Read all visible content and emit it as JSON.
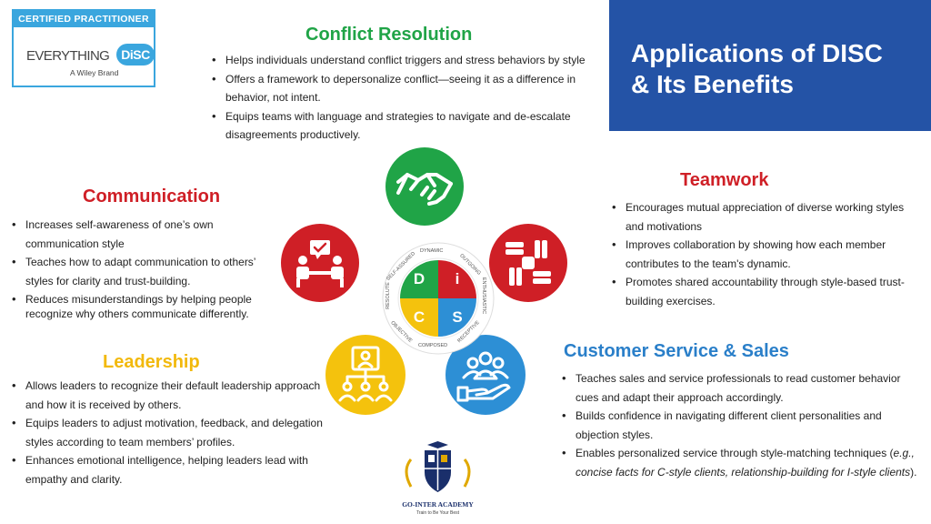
{
  "logo": {
    "badge": "CERTIFIED PRACTITIONER",
    "wordmark": "EVERYTHING",
    "disc": "DiSC",
    "sub": "A Wiley Brand"
  },
  "title": {
    "line1": "Applications of DISC",
    "line2": "& Its Benefits"
  },
  "colors": {
    "green": "#20a447",
    "red": "#cf1f26",
    "yellow": "#f4c20d",
    "blue": "#2d8fd5",
    "title_panel": "#2453a6",
    "heading_blue": "#2a7fc9",
    "heading_yellow": "#f2b90c"
  },
  "sections": {
    "conflict": {
      "title": "Conflict Resolution",
      "items": [
        "Helps individuals understand conflict triggers and stress behaviors by style",
        "Offers a framework to depersonalize conflict—seeing it as a difference in behavior, not intent.",
        "Equips teams with language and strategies to navigate and de-escalate disagreements productively."
      ]
    },
    "communication": {
      "title": "Communication",
      "items": [
        "Increases self-awareness of one’s own communication style",
        "Teaches how to adapt communication to others’ styles for clarity and trust-building.",
        "Reduces misunderstandings by helping people recognize why others communicate differently."
      ]
    },
    "teamwork": {
      "title": "Teamwork",
      "items": [
        "Encourages mutual appreciation of diverse working styles and motivations",
        "Improves collaboration by showing how each member contributes to the team's dynamic.",
        "Promotes shared accountability through style-based trust-building exercises."
      ]
    },
    "leadership": {
      "title": "Leadership",
      "items": [
        "Allows leaders to recognize their default leadership approach and how it is received by others.",
        "Equips leaders to adjust motivation, feedback, and delegation styles according to team members’ profiles.",
        "Enhances emotional intelligence, helping leaders lead with empathy and clarity."
      ]
    },
    "customer": {
      "title": "Customer Service & Sales",
      "items": [
        "Teaches sales and service professionals to read customer behavior cues and adapt their approach accordingly.",
        "Builds confidence in navigating different client personalities and objection styles."
      ],
      "last_item_prefix": "Enables personalized service through style-matching techniques (",
      "last_item_italic": "e.g., concise facts for C-style clients, relationship-building for I-style clients",
      "last_item_suffix": ")."
    }
  },
  "disc": {
    "letters": {
      "d": "D",
      "i": "i",
      "c": "C",
      "s": "S"
    },
    "ring_words": {
      "dynamic": "DYNAMIC",
      "outgoing": "OUTGOING",
      "enthusiastic": "ENTHUSIASTIC",
      "receptive": "RECEPTIVE",
      "composed": "COMPOSED",
      "objective": "OBJECTIVE",
      "resolute": "RESOLUTE",
      "self_assured": "SELF-ASSURED"
    }
  },
  "icons": {
    "conflict": "handshake-icon",
    "communication": "meeting-chat-icon",
    "teamwork": "hands-together-icon",
    "leadership": "leader-team-icon",
    "customer": "hand-holding-people-icon"
  },
  "academy": {
    "name": "GO-INTER ACADEMY",
    "tagline": "Train to Be Your Best"
  }
}
